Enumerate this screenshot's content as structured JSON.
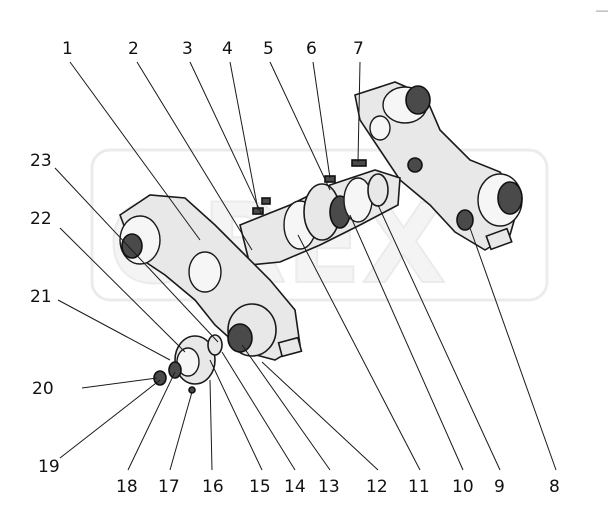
{
  "watermark": "OREX",
  "corner_mark": "—",
  "callouts": [
    {
      "id": "1",
      "text": "1"
    },
    {
      "id": "2",
      "text": "2"
    },
    {
      "id": "3",
      "text": "3"
    },
    {
      "id": "4",
      "text": "4"
    },
    {
      "id": "5",
      "text": "5"
    },
    {
      "id": "6",
      "text": "6"
    },
    {
      "id": "7",
      "text": "7"
    },
    {
      "id": "8",
      "text": "8"
    },
    {
      "id": "9",
      "text": "9"
    },
    {
      "id": "10",
      "text": "10"
    },
    {
      "id": "11",
      "text": "11"
    },
    {
      "id": "12",
      "text": "12"
    },
    {
      "id": "13",
      "text": "13"
    },
    {
      "id": "14",
      "text": "14"
    },
    {
      "id": "15",
      "text": "15"
    },
    {
      "id": "16",
      "text": "16"
    },
    {
      "id": "17",
      "text": "17"
    },
    {
      "id": "18",
      "text": "18"
    },
    {
      "id": "19",
      "text": "19"
    },
    {
      "id": "20",
      "text": "20"
    },
    {
      "id": "21",
      "text": "21"
    },
    {
      "id": "22",
      "text": "22"
    },
    {
      "id": "23",
      "text": "23"
    }
  ]
}
